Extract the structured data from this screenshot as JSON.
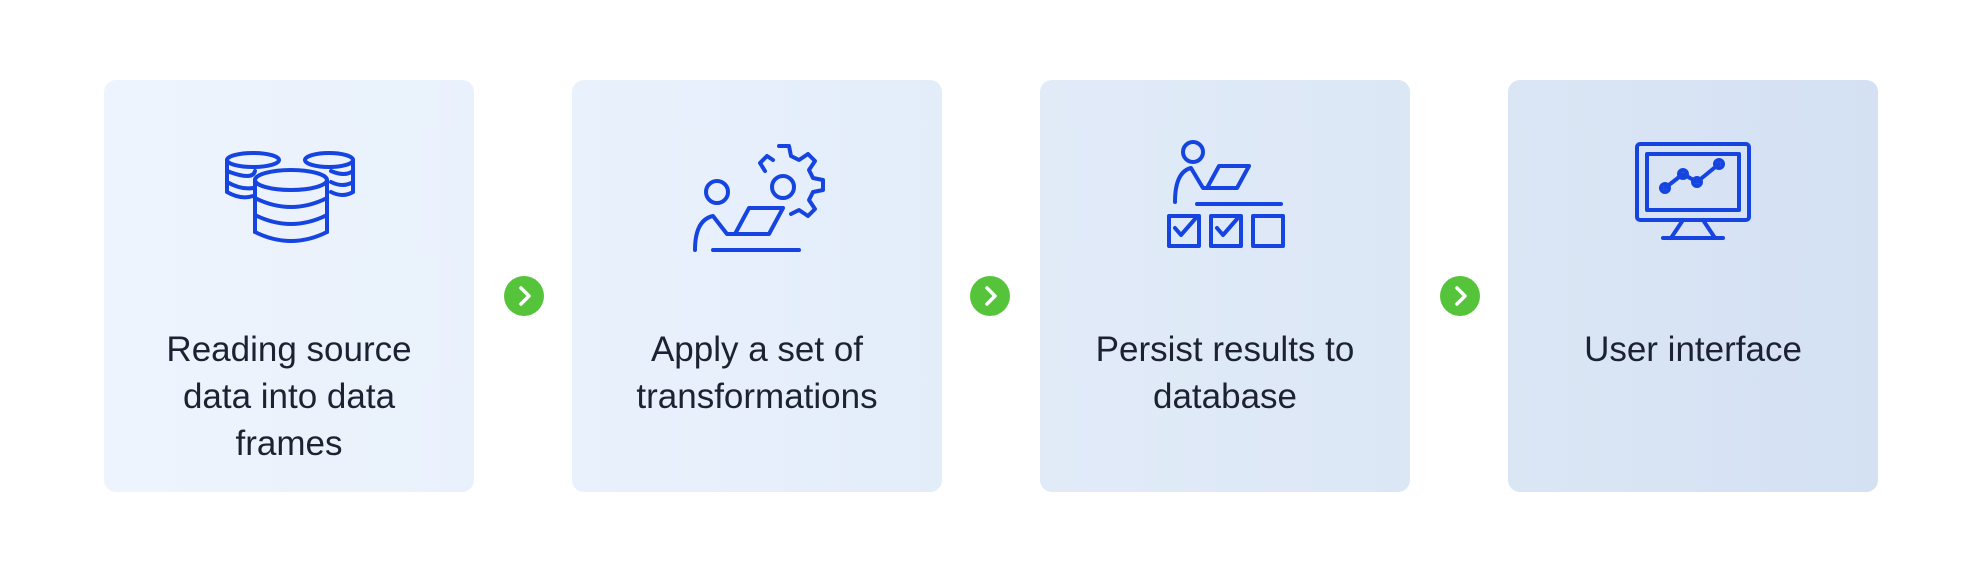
{
  "colors": {
    "icon": "#1544e0",
    "arrow": "#56c43a",
    "text": "#1c2232"
  },
  "steps": [
    {
      "icon": "database-stack-icon",
      "label": "Reading source data into data frames"
    },
    {
      "icon": "person-gear-laptop-icon",
      "label": "Apply a set of transformations"
    },
    {
      "icon": "person-desk-checklist-icon",
      "label": "Persist results to database"
    },
    {
      "icon": "monitor-chart-icon",
      "label": "User interface"
    }
  ],
  "connectors": [
    {
      "icon": "chevron-right-icon"
    },
    {
      "icon": "chevron-right-icon"
    },
    {
      "icon": "chevron-right-icon"
    }
  ]
}
